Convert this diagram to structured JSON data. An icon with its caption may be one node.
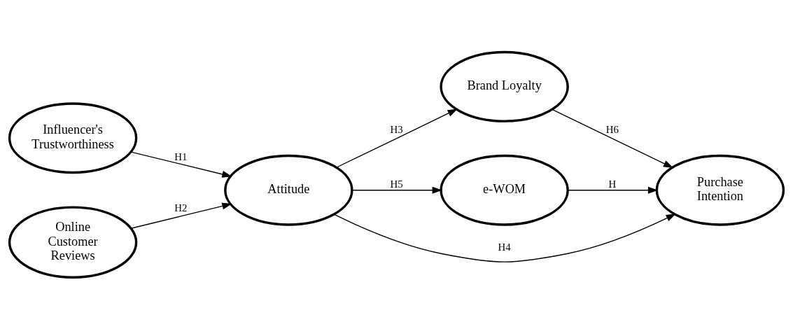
{
  "diagram": {
    "nodes": [
      {
        "text": [
          "Influencer's Trustworthiness"
        ]
      },
      {
        "text": [
          "Online Customer Reviews"
        ]
      },
      {
        "text": [
          "Attitude"
        ]
      },
      {
        "text": [
          "Brand Loyalty"
        ]
      },
      {
        "text": [
          "e-WOM"
        ]
      },
      {
        "text": [
          "Purchase Intention"
        ]
      }
    ],
    "edges": [
      {
        "from": 0,
        "to": 2,
        "arrow": "to",
        "label": "H1"
      },
      {
        "from": 1,
        "to": 2,
        "arrow": "to",
        "label": "H2"
      },
      {
        "from": 2,
        "to": 3,
        "arrow": "to",
        "label": "H3"
      },
      {
        "from": 2,
        "to": 5,
        "arrow": "to",
        "label": "H4"
      },
      {
        "from": 2,
        "to": 4,
        "arrow": "to",
        "label": "H5"
      },
      {
        "from": 3,
        "to": 5,
        "arrow": "to",
        "label": "H6"
      },
      {
        "from": 4,
        "to": 5,
        "arrow": "to",
        "label": "H"
      }
    ]
  }
}
